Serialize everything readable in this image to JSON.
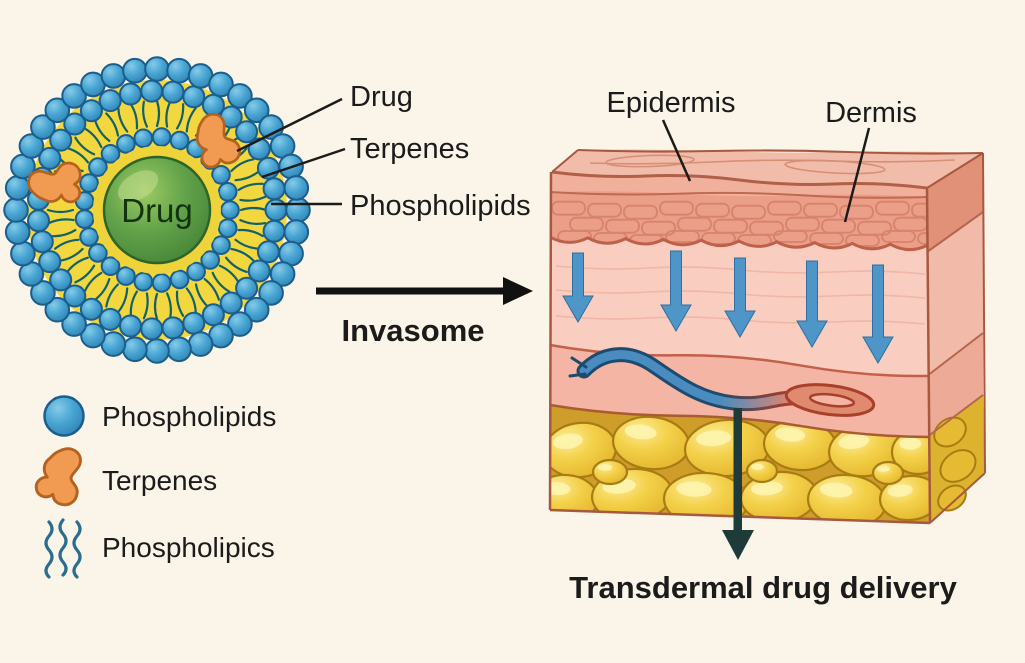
{
  "diagram": {
    "vesicle_core_label": "Drug",
    "callouts": [
      {
        "label": "Drug"
      },
      {
        "label": "Terpenes"
      },
      {
        "label": "Phospholipids"
      }
    ],
    "process_arrow_label": "Invasome",
    "legend": [
      {
        "icon": "phospholipid-head-icon",
        "label": "Phospholipids"
      },
      {
        "icon": "terpene-icon",
        "label": "Terpenes"
      },
      {
        "icon": "phospholipid-tail-icon",
        "label": "Phospholipics"
      }
    ],
    "skin_labels": [
      {
        "label": "Epidermis"
      },
      {
        "label": "Dermis"
      }
    ],
    "caption": "Transdermal drug delivery"
  },
  "colors": {
    "background": "#faf4e9",
    "phospholipid_blue": "#47a5d2",
    "phospholipid_stroke": "#1a5e8d",
    "membrane_yellow": "#f2d73e",
    "tail_teal": "#11616b",
    "drug_green": "#63a34a",
    "terpene_orange": "#f09a52",
    "terpene_stroke": "#b5621f",
    "epidermis_pink": "#eb9e88",
    "dermis_pink": "#f9cec1",
    "lower_dermis_pink": "#f4b5a5",
    "fat_yellow": "#f3cc41",
    "fat_background": "#cf9d2a",
    "arrow_blue": "#4e96c8",
    "vessel_blue": "#4a8cc0",
    "vessel_red": "#e08a70",
    "delivery_arrow_dark": "#1e3a39",
    "outline_brown": "#a5593f",
    "text_black": "#1b1b1b"
  }
}
